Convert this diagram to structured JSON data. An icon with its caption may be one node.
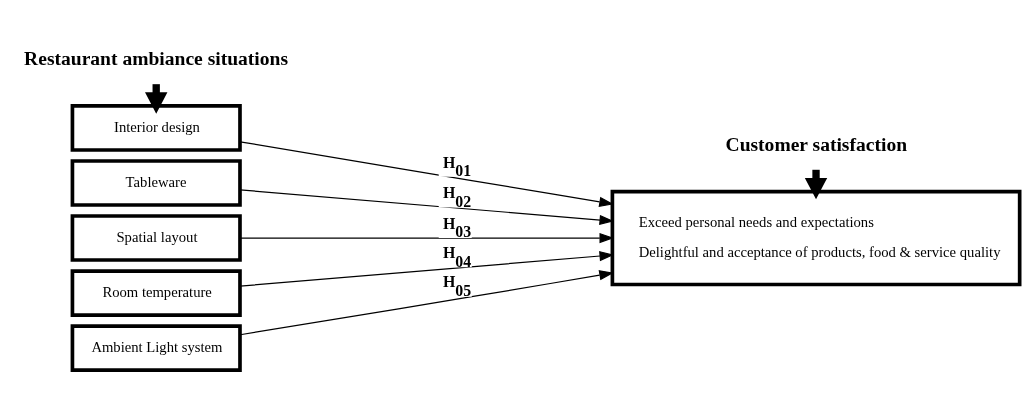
{
  "diagram": {
    "nodes": [
      {
        "text": [
          "Restaurant ambiance situations"
        ]
      },
      {
        "text": [
          "Interior design"
        ]
      },
      {
        "text": [
          "Tableware"
        ]
      },
      {
        "text": [
          "Spatial layout"
        ]
      },
      {
        "text": [
          "Room temperature"
        ]
      },
      {
        "text": [
          "Ambient Light system"
        ]
      },
      {
        "text": [
          "Customer satisfaction"
        ]
      },
      {
        "text": [
          "Exceed personal needs and expectations",
          "Delightful and acceptance of products, food & service quality"
        ]
      }
    ],
    "edges": [
      {
        "from": 0,
        "to": 1,
        "arrow": "to",
        "style": "thick"
      },
      {
        "from": 6,
        "to": 7,
        "arrow": "to",
        "style": "thick"
      },
      {
        "from": 1,
        "to": 7,
        "arrow": "to",
        "label": "H$_{01}$"
      },
      {
        "from": 2,
        "to": 7,
        "arrow": "to",
        "label": "H$_{02}$"
      },
      {
        "from": 3,
        "to": 7,
        "arrow": "to",
        "label": "H$_{03}$"
      },
      {
        "from": 4,
        "to": 7,
        "arrow": "to",
        "label": "H$_{04}$"
      },
      {
        "from": 5,
        "to": 7,
        "arrow": "to",
        "label": "H$_{05}$"
      }
    ]
  }
}
